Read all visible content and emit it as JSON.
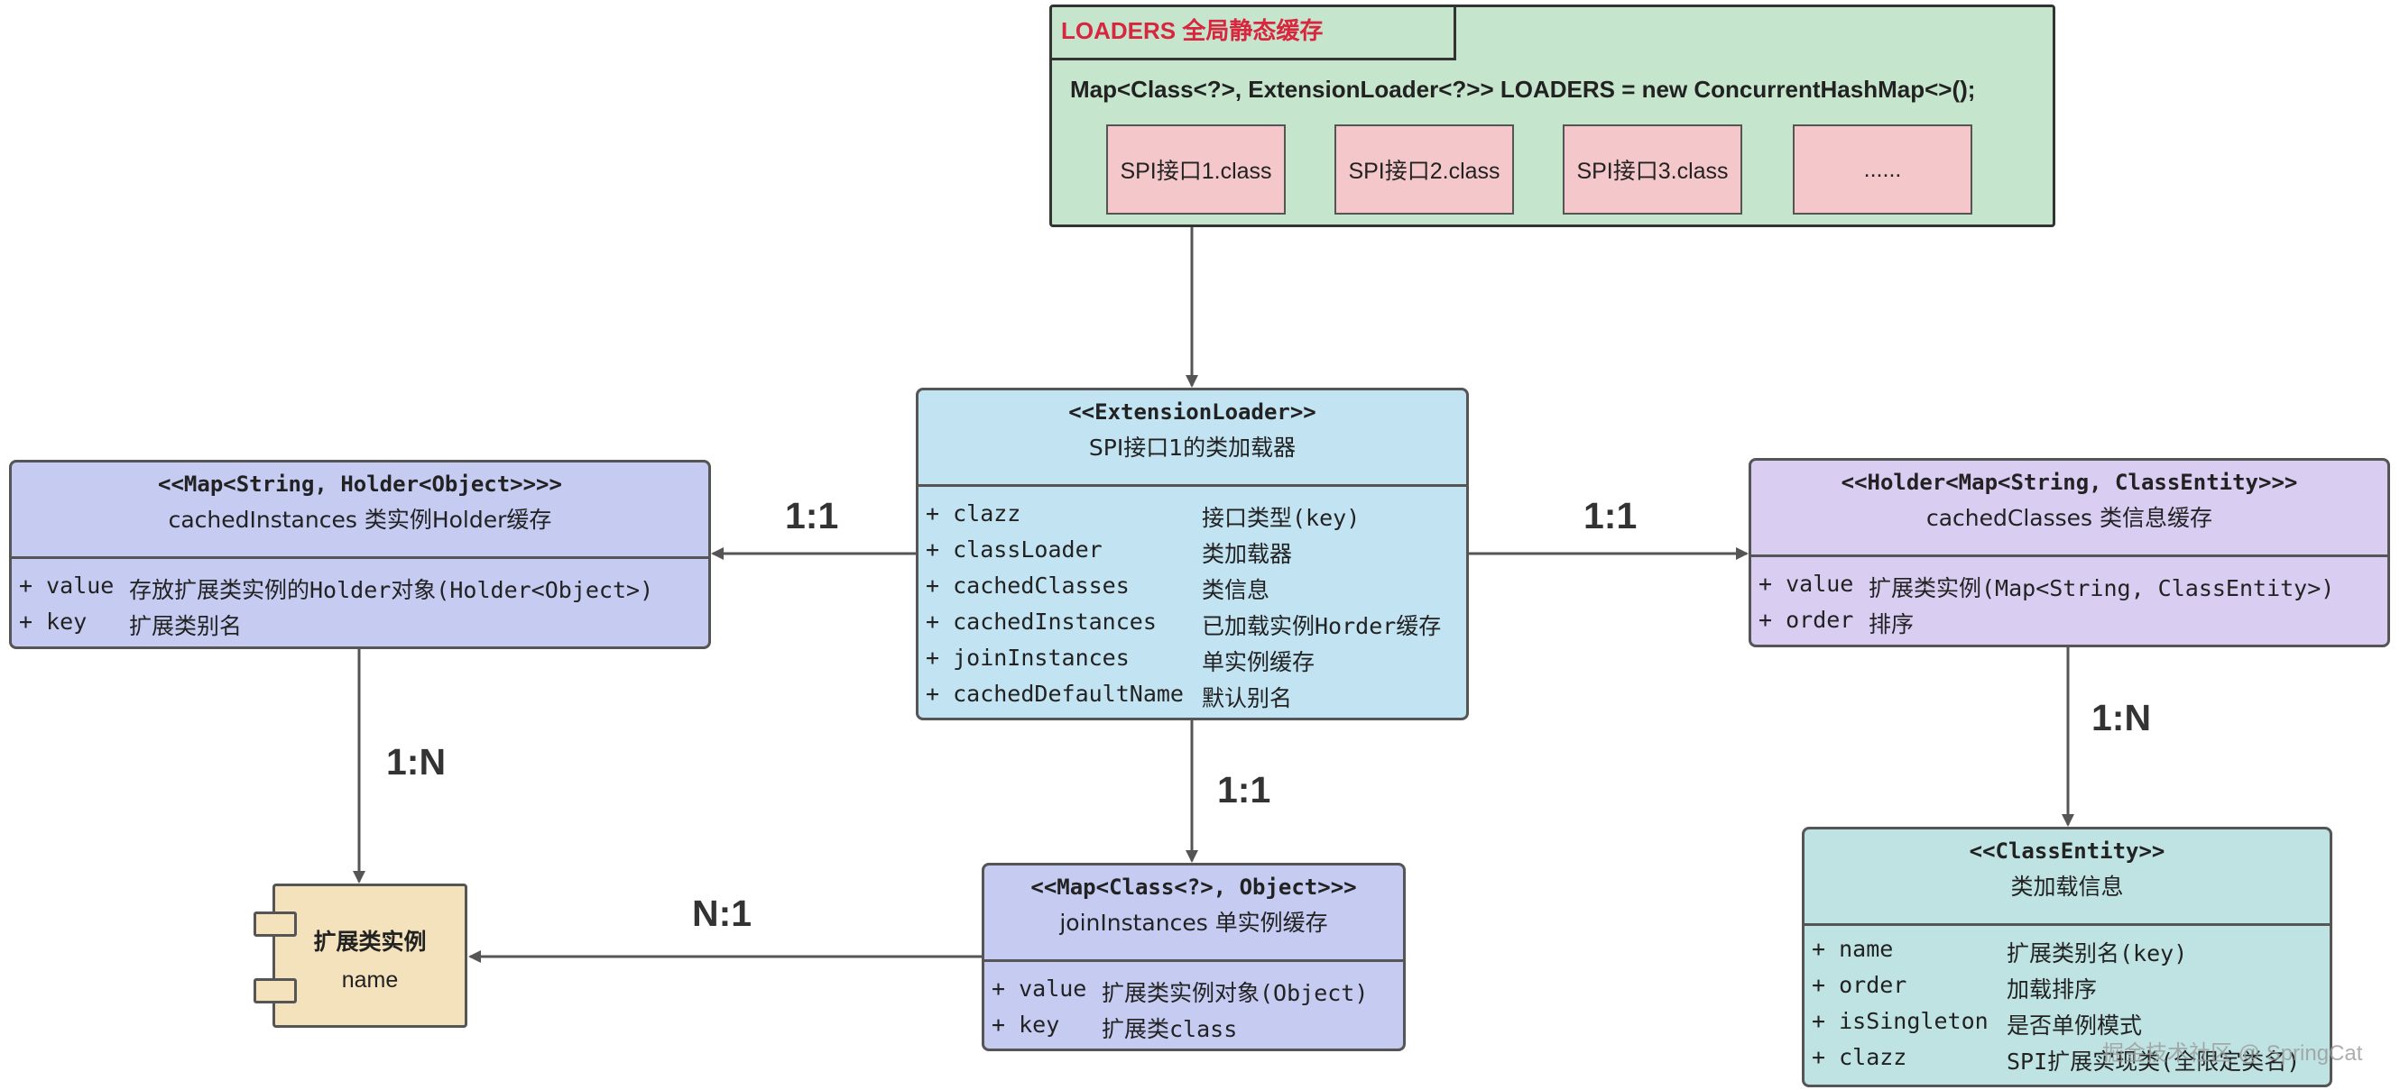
{
  "loaders": {
    "title": "LOADERS 全局静态缓存",
    "code": "Map<Class<?>, ExtensionLoader<?>> LOADERS = new ConcurrentHashMap<>();",
    "items": [
      "SPI接口1.class",
      "SPI接口2.class",
      "SPI接口3.class",
      "......"
    ]
  },
  "extension_loader": {
    "stereotype": "<<ExtensionLoader>>",
    "name": "SPI接口1的类加载器",
    "fields": [
      {
        "field": "+ clazz",
        "desc": "接口类型(key)"
      },
      {
        "field": "+ classLoader",
        "desc": "类加载器"
      },
      {
        "field": "+ cachedClasses",
        "desc": "类信息"
      },
      {
        "field": "+ cachedInstances",
        "desc": "已加载实例Horder缓存"
      },
      {
        "field": "+ joinInstances",
        "desc": "单实例缓存"
      },
      {
        "field": "+ cachedDefaultName",
        "desc": "默认别名"
      }
    ]
  },
  "cached_instances": {
    "stereotype": "<<Map<String, Holder<Object>>>>",
    "name": "cachedInstances 类实例Holder缓存",
    "fields": [
      {
        "field": "+ value",
        "desc": "存放扩展类实例的Holder对象(Holder<Object>)"
      },
      {
        "field": "+ key",
        "desc": "扩展类别名"
      }
    ]
  },
  "cached_classes": {
    "stereotype": "<<Holder<Map<String, ClassEntity>>>",
    "name": "cachedClasses 类信息缓存",
    "fields": [
      {
        "field": "+ value",
        "desc": "扩展类实例(Map<String, ClassEntity>)"
      },
      {
        "field": "+ order",
        "desc": "排序"
      }
    ]
  },
  "join_instances": {
    "stereotype": "<<Map<Class<?>, Object>>>",
    "name": "joinInstances 单实例缓存",
    "fields": [
      {
        "field": "+ value",
        "desc": "扩展类实例对象(Object)"
      },
      {
        "field": "+ key",
        "desc": "扩展类class"
      }
    ]
  },
  "class_entity": {
    "stereotype": "<<ClassEntity>>",
    "name": "类加载信息",
    "fields": [
      {
        "field": "+ name",
        "desc": "扩展类别名(key)"
      },
      {
        "field": "+ order",
        "desc": "加载排序"
      },
      {
        "field": "+ isSingleton",
        "desc": "是否单例模式"
      },
      {
        "field": "+ clazz",
        "desc": "SPI扩展实现类(全限定类名)"
      }
    ]
  },
  "component": {
    "title": "扩展类实例",
    "sub": "name"
  },
  "relations": {
    "left": "1:1",
    "right": "1:1",
    "down": "1:1",
    "instances_to_component": "1:N",
    "classes_to_entity": "1:N",
    "join_to_component": "N:1"
  },
  "watermark": "掘金技术社区 @ SpringCat"
}
